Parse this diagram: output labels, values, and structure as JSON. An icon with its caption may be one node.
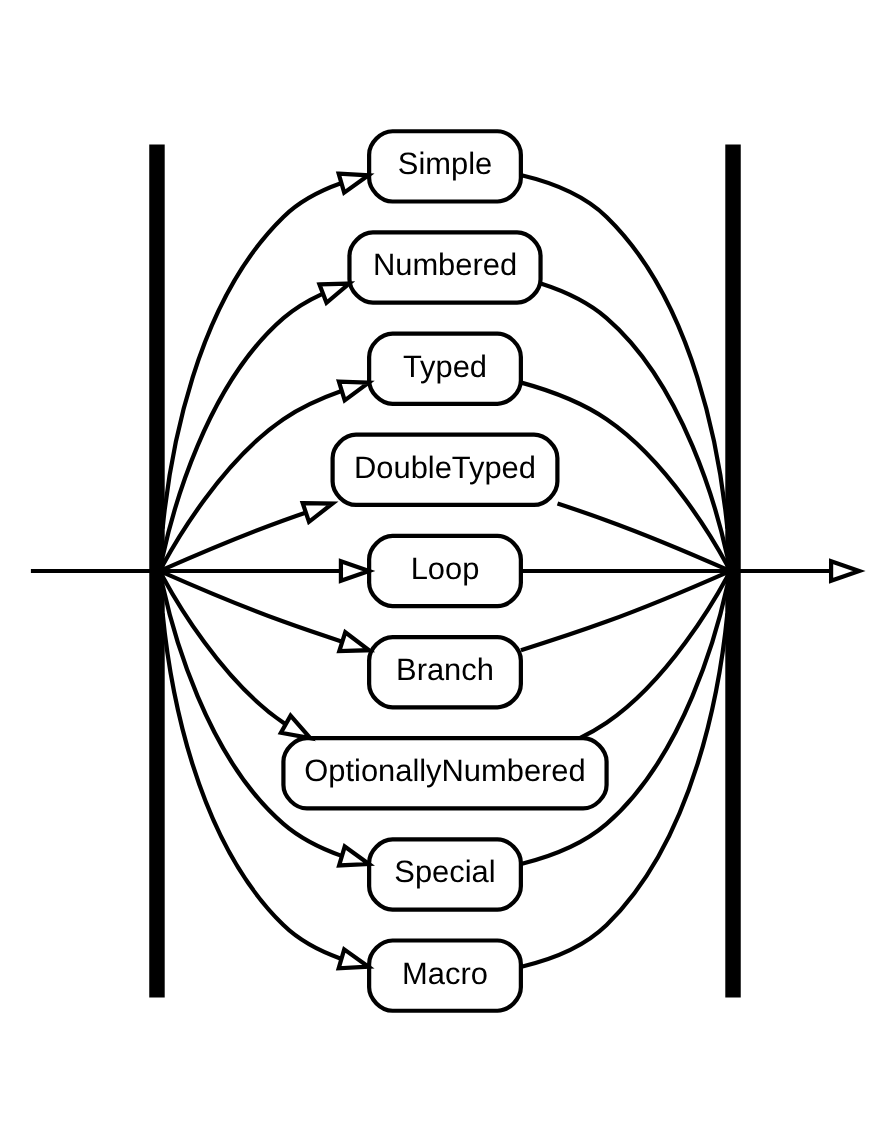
{
  "diagram": {
    "nodes": [
      {
        "text": [
          "Simple"
        ]
      },
      {
        "text": [
          "Numbered"
        ]
      },
      {
        "text": [
          "Typed"
        ]
      },
      {
        "text": [
          "DoubleTyped"
        ]
      },
      {
        "text": [
          "Loop"
        ]
      },
      {
        "text": [
          "Branch"
        ]
      },
      {
        "text": [
          "OptionallyNumbered"
        ]
      },
      {
        "text": [
          "Special"
        ]
      },
      {
        "text": [
          "Macro"
        ]
      },
      {
        "text": [],
        "shape": "bar"
      },
      {
        "text": [],
        "shape": "bar"
      }
    ],
    "edges": [
      {
        "from": null,
        "to": 9,
        "arrow": "none"
      },
      {
        "from": 9,
        "to": 0,
        "arrow": "to"
      },
      {
        "from": 9,
        "to": 1,
        "arrow": "to"
      },
      {
        "from": 9,
        "to": 2,
        "arrow": "to"
      },
      {
        "from": 9,
        "to": 3,
        "arrow": "to"
      },
      {
        "from": 9,
        "to": 4,
        "arrow": "to"
      },
      {
        "from": 9,
        "to": 5,
        "arrow": "to"
      },
      {
        "from": 9,
        "to": 6,
        "arrow": "to"
      },
      {
        "from": 9,
        "to": 7,
        "arrow": "to"
      },
      {
        "from": 9,
        "to": 8,
        "arrow": "to"
      },
      {
        "from": 0,
        "to": 10,
        "arrow": "none"
      },
      {
        "from": 1,
        "to": 10,
        "arrow": "none"
      },
      {
        "from": 2,
        "to": 10,
        "arrow": "none"
      },
      {
        "from": 3,
        "to": 10,
        "arrow": "none"
      },
      {
        "from": 4,
        "to": 10,
        "arrow": "none"
      },
      {
        "from": 5,
        "to": 10,
        "arrow": "none"
      },
      {
        "from": 6,
        "to": 10,
        "arrow": "none"
      },
      {
        "from": 7,
        "to": 10,
        "arrow": "none"
      },
      {
        "from": 8,
        "to": 10,
        "arrow": "none"
      },
      {
        "from": 10,
        "to": null,
        "arrow": "to"
      }
    ]
  }
}
